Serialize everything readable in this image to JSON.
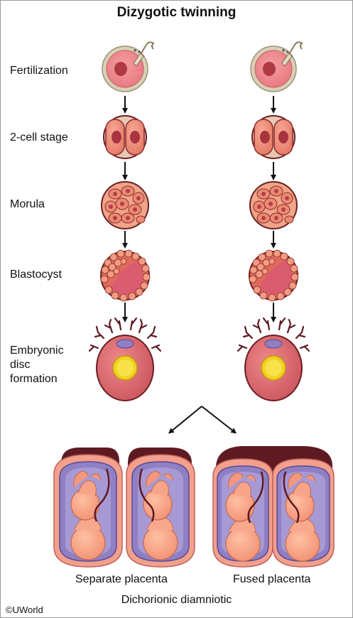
{
  "title": "Dizygotic twinning",
  "stages": [
    {
      "label": "Fertilization"
    },
    {
      "label": "2-cell stage"
    },
    {
      "label": "Morula"
    },
    {
      "label": "Blastocyst"
    },
    {
      "label_lines": [
        "Embryonic",
        "disc",
        "formation"
      ]
    }
  ],
  "placentas": {
    "separate_label": "Separate placenta",
    "fused_label": "Fused placenta"
  },
  "outcome_label": "Dichorionic diamniotic",
  "copyright": "©UWorld",
  "colors": {
    "cell_fill": "#f0907a",
    "cell_outline": "#6b1f22",
    "zona": "#d8d0b8",
    "nucleus": "#b03a44",
    "chorion_purple": "#8f7fc4",
    "placenta_dark": "#5e1a22",
    "yolk": "#e8c41e"
  }
}
